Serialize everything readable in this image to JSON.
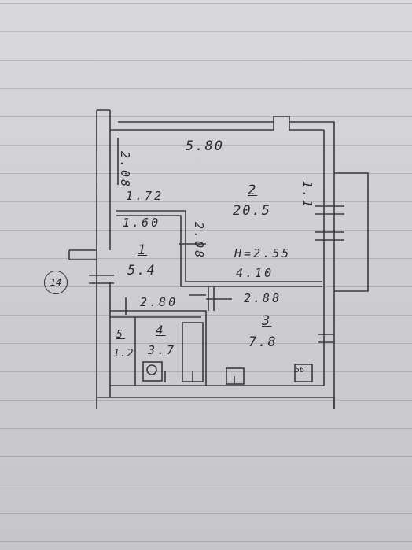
{
  "plan": {
    "tag": "14",
    "dimensions": {
      "top_width": "5.80",
      "left_height": "2.08",
      "hall_width": "1.72",
      "closet_width": "1.60",
      "inner_vertical": "2.08",
      "height_h": "H=2.55",
      "lower_left": "2.80",
      "lower_right": "2.88",
      "right_side": "1.1",
      "right_side2": "4.10",
      "stove_mark": "56"
    },
    "rooms": [
      {
        "number": "1",
        "area": "5.4"
      },
      {
        "number": "2",
        "area": "20.5"
      },
      {
        "number": "3",
        "area": "7.8"
      },
      {
        "number": "4",
        "area": "3.7"
      },
      {
        "number": "5",
        "area": "1.2"
      }
    ]
  }
}
